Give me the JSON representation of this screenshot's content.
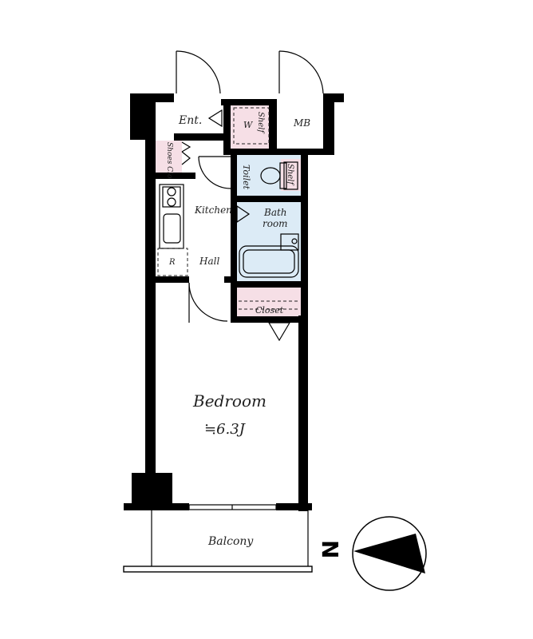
{
  "colors": {
    "wall": "#000000",
    "wet_area": "#dcebf6",
    "storage": "#f6dfe6",
    "floor": "#ffffff"
  },
  "rooms": {
    "entrance": "Ent.",
    "shelf_upper": "Shelf",
    "wardrobe_mark": "W",
    "meter_box": "MB",
    "shoes_closet": "Shoes Clo",
    "toilet": "Toilet",
    "shelf_toilet": "Shelf",
    "kitchen": "Kitchen",
    "bath_line1": "Bath",
    "bath_line2": "room",
    "refrigerator": "R",
    "hall": "Hall",
    "closet": "Closet",
    "bedroom": "Bedroom",
    "bedroom_size": "≒6.3J",
    "balcony": "Balcony"
  },
  "compass": {
    "north_letter": "N"
  }
}
